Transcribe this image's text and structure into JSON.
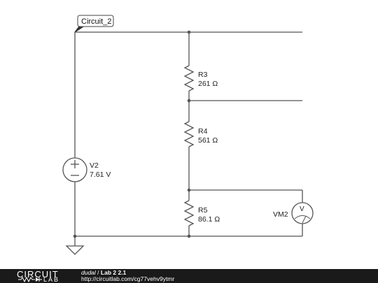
{
  "node_tag": "Circuit_2",
  "components": {
    "r3": {
      "name": "R3",
      "value": "261 Ω"
    },
    "r4": {
      "name": "R4",
      "value": "561 Ω"
    },
    "r5": {
      "name": "R5",
      "value": "86.1 Ω"
    },
    "v2": {
      "name": "V2",
      "value": "7.61 V"
    },
    "vm2": {
      "name": "VM2",
      "symbol": "V"
    }
  },
  "footer": {
    "logo_top": "CIRCUIT",
    "logo_bottom": "LAB",
    "user": "dudal",
    "separator": " / ",
    "title": "Lab 2 2.1",
    "url": "http://circuitlab.com/cg77vehv9ytmr"
  },
  "colors": {
    "wire": "#555555",
    "footer_bg": "#1a1a1a"
  }
}
